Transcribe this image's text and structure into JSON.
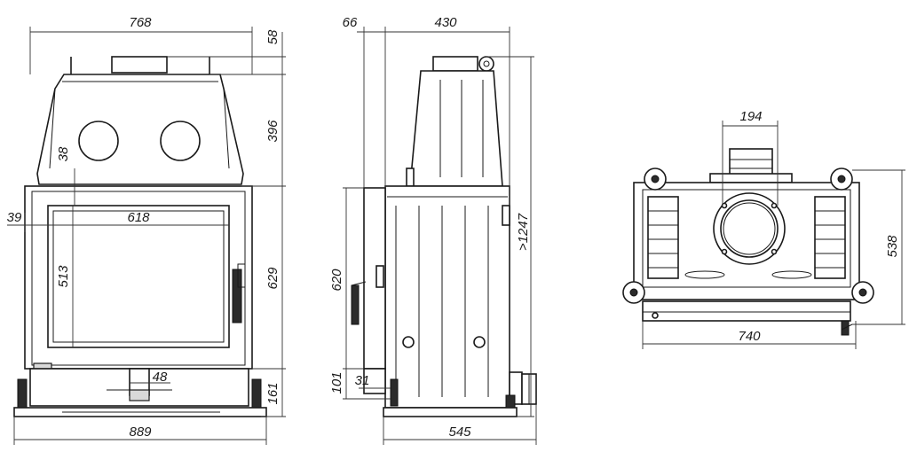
{
  "dimensions": {
    "front": {
      "width_top": "768",
      "top_height": "58",
      "upper_body_height": "396",
      "side_offset": "38",
      "frame_offset": "39",
      "glass_width": "618",
      "glass_height": "513",
      "door_height": "629",
      "base_height": "161",
      "outlet_width": "48",
      "overall_width": "889"
    },
    "side": {
      "front_offset": "66",
      "depth_top": "430",
      "overall_height": ">1247",
      "door_height": "620",
      "base_height": "101",
      "foot_offset": "31",
      "overall_depth": "545"
    },
    "top": {
      "flue_diameter": "194",
      "depth": "538",
      "width": "740"
    }
  }
}
